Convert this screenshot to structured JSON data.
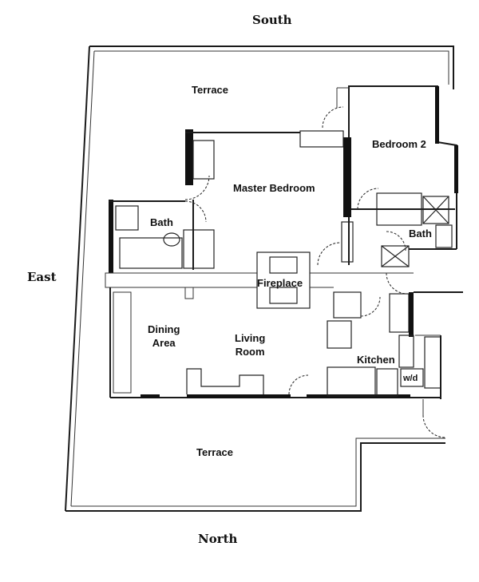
{
  "compass": {
    "south": "South",
    "north": "North",
    "east": "East"
  },
  "rooms": {
    "terrace_south": "Terrace",
    "terrace_north": "Terrace",
    "bedroom2": "Bedroom 2",
    "master_bedroom": "Master Bedroom",
    "bath_main": "Bath",
    "bath_small": "Bath",
    "fireplace": "Fireplace",
    "dining_line1": "Dining",
    "dining_line2": "Area",
    "living_line1": "Living",
    "living_line2": "Room",
    "kitchen": "Kitchen",
    "washer_dryer": "w/d"
  }
}
